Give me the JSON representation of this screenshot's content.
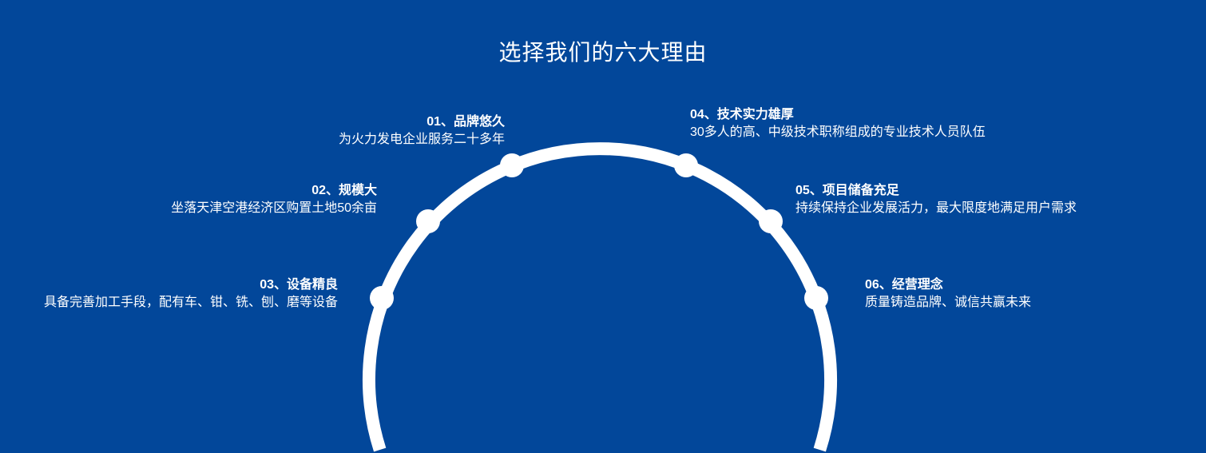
{
  "title": "选择我们的六大理由",
  "colors": {
    "background": "#02479a",
    "ring": "#ffffff"
  },
  "reasons": [
    {
      "heading": "01、品牌悠久",
      "text": "为火力发电企业服务二十多年"
    },
    {
      "heading": "02、规模大",
      "text": "坐落天津空港经济区购置土地50余亩"
    },
    {
      "heading": "03、设备精良",
      "text": "具备完善加工手段，配有车、钳、铣、刨、磨等设备"
    },
    {
      "heading": "04、技术实力雄厚",
      "text": "30多人的高、中级技术职称组成的专业技术人员队伍"
    },
    {
      "heading": "05、项目储备充足",
      "text": "持续保持企业发展活力，最大限度地满足用户需求"
    },
    {
      "heading": "06、经营理念",
      "text": "质量铸造品牌、诚信共赢未来"
    }
  ]
}
